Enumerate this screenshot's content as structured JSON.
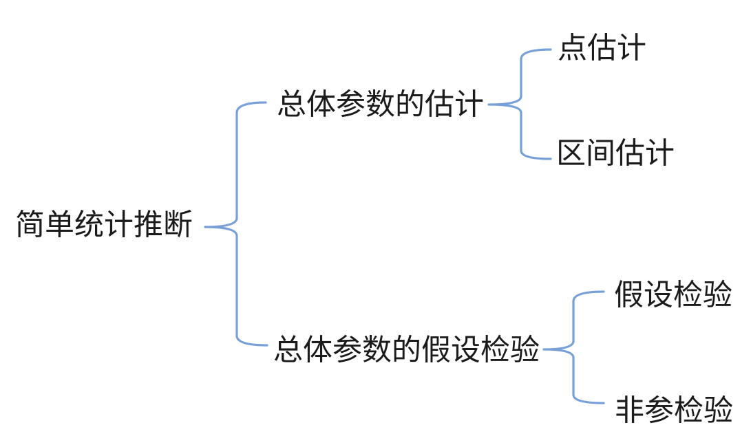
{
  "diagram": {
    "type": "tree-mindmap",
    "accent_color": "#78A0D8",
    "text_color": "#1b1b1b",
    "root": {
      "label": "简单统计推断"
    },
    "branches": [
      {
        "label": "总体参数的估计",
        "children": [
          {
            "label": "点估计"
          },
          {
            "label": "区间估计"
          }
        ]
      },
      {
        "label": "总体参数的假设检验",
        "children": [
          {
            "label": "假设检验"
          },
          {
            "label": "非参检验"
          }
        ]
      }
    ]
  }
}
